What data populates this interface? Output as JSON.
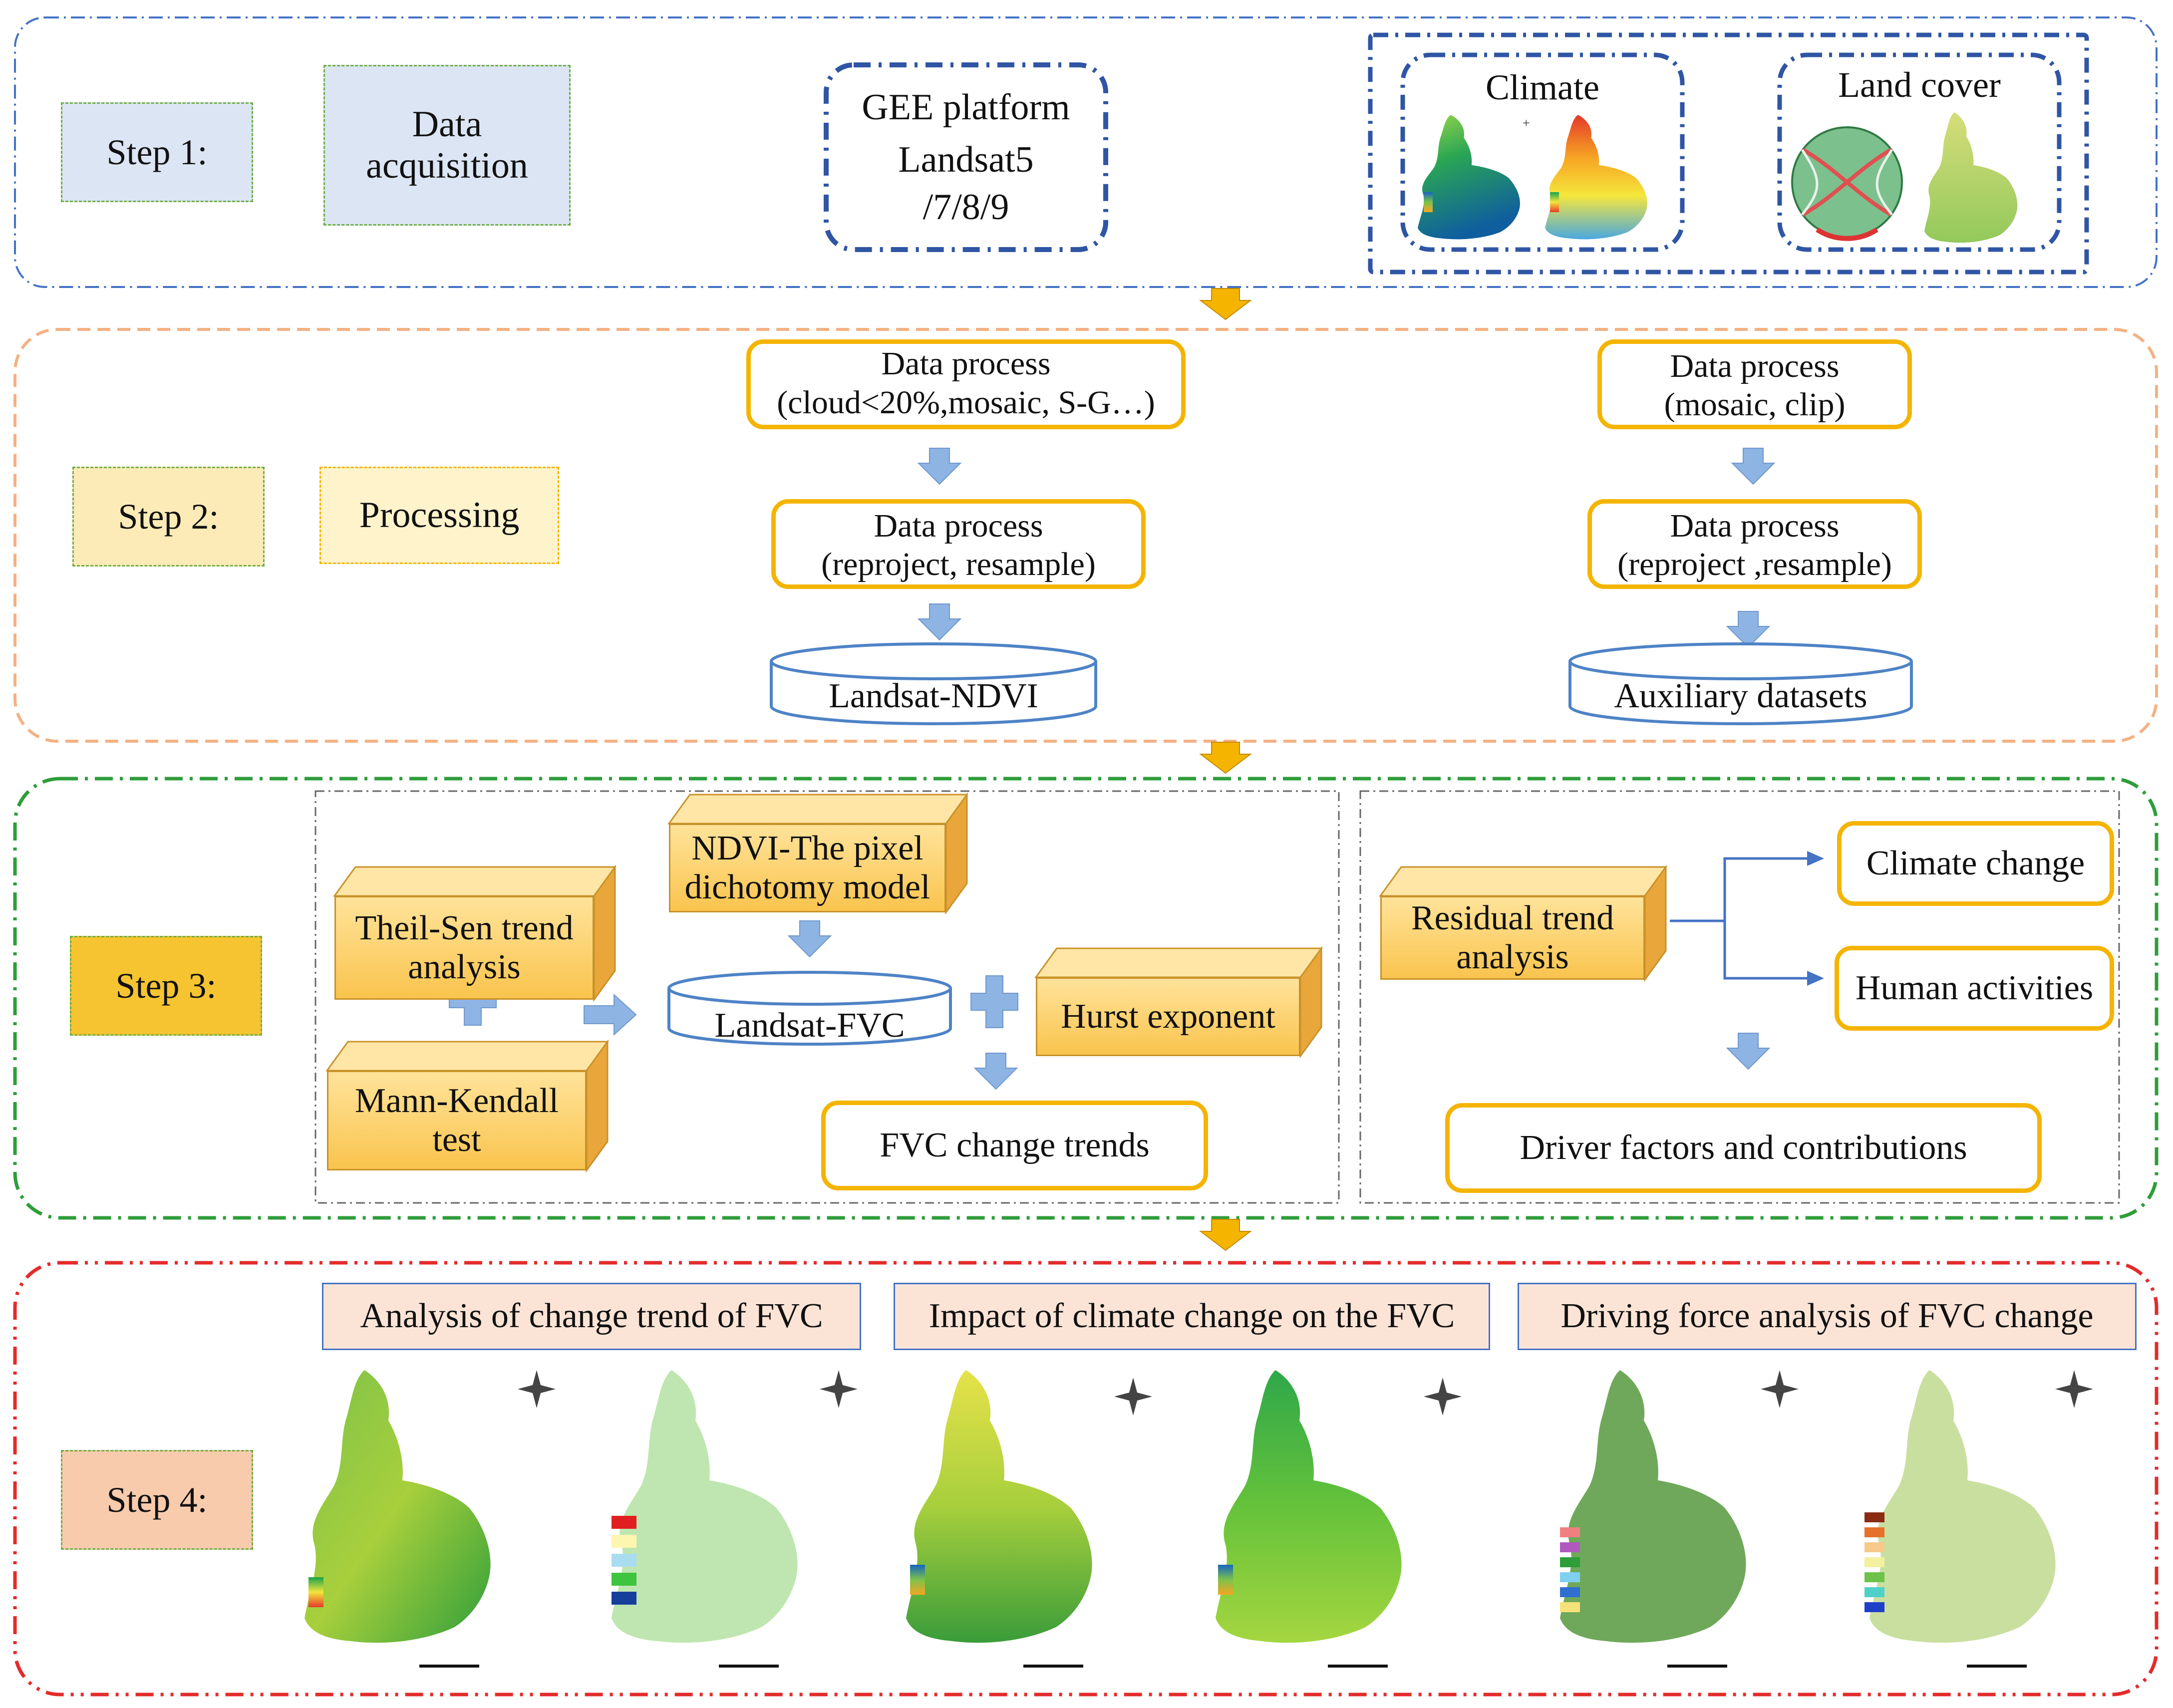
{
  "step1": {
    "step_label": "Step 1:",
    "title": "Data acquisition",
    "gee": {
      "line1": "GEE platform",
      "line2": "Landsat5",
      "line3": "/7/8/9"
    },
    "climate_title": "Climate",
    "landcover_title": "Land cover"
  },
  "step2": {
    "step_label": "Step 2:",
    "title": "Processing",
    "left_process1": {
      "line1": "Data process",
      "line2": "(cloud<20%,mosaic, S-G…)"
    },
    "left_process2": {
      "line1": "Data process",
      "line2": "(reproject, resample)"
    },
    "left_db": "Landsat-NDVI",
    "right_process1": {
      "line1": "Data process",
      "line2": "(mosaic, clip)"
    },
    "right_process2": {
      "line1": "Data process",
      "line2": "(reproject ,resample)"
    },
    "right_db": "Auxiliary datasets"
  },
  "step3": {
    "step_label": "Step 3:",
    "theil_sen": "Theil-Sen trend analysis",
    "mann_kendall": "Mann-Kendall test",
    "ndvi_model": "NDVI-The pixel dichotomy model",
    "landsat_fvc": "Landsat-FVC",
    "hurst": "Hurst exponent",
    "fvc_trends": "FVC change trends",
    "residual": "Residual trend analysis",
    "climate_change": "Climate change",
    "human_activities": "Human activities",
    "driver_factors": "Driver factors and contributions"
  },
  "step4": {
    "step_label": "Step 4:",
    "headers": [
      "Analysis of change trend of FVC",
      "Impact of climate change on the FVC",
      "Driving force analysis of FVC change"
    ]
  },
  "colors": {
    "step1_border": "#4472c4",
    "step2_border": "#f4b183",
    "step3_border": "#2e9d3a",
    "step4_border": "#e32b2b",
    "process_border": "#f4b400",
    "arrow_fill": "#8eb4e3"
  }
}
